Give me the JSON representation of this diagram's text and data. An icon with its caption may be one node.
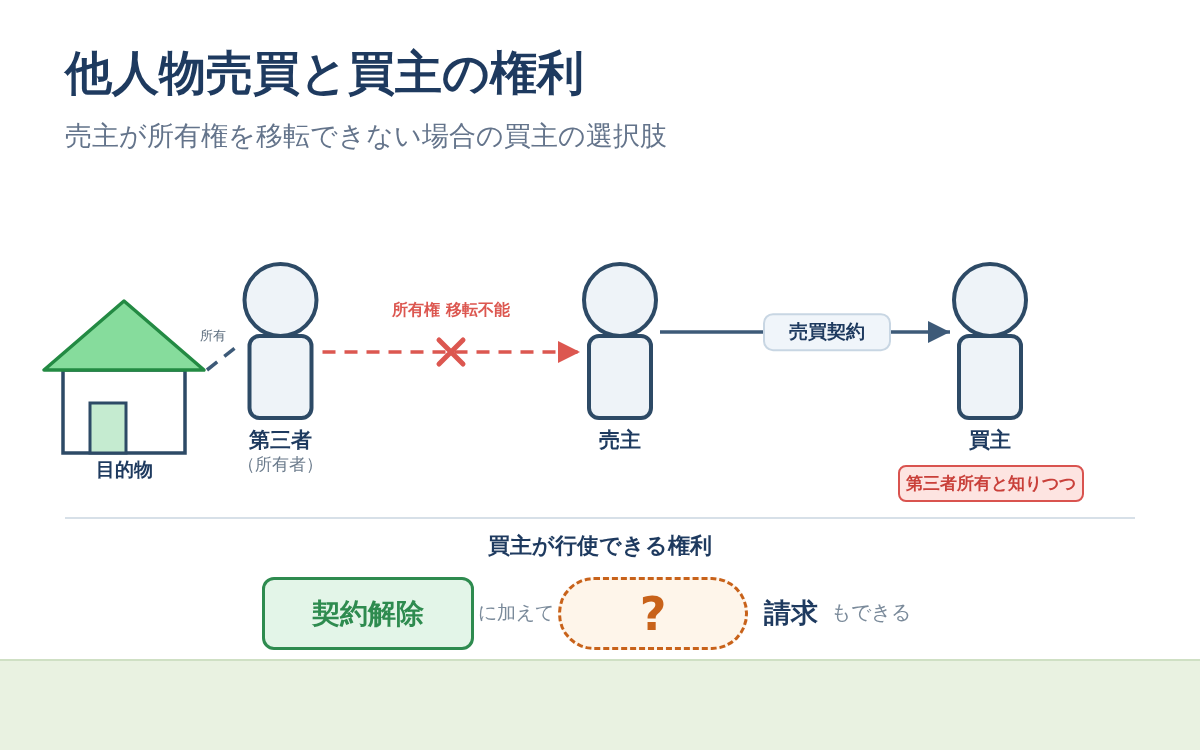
{
  "diagram": {
    "title": "他人物売買と買主の権利",
    "nodes": [
      {
        "text": [
          "目的物"
        ]
      },
      {
        "text": [
          "第三者",
          "（所有者）"
        ]
      },
      {
        "text": [
          "売主"
        ]
      },
      {
        "text": [
          "買主"
        ]
      },
      {
        "text": [
          "第三者所有と知りつつ"
        ]
      },
      {
        "text": [
          "契約解除"
        ]
      },
      {
        "text": [
          "?"
        ]
      }
    ],
    "edges": [
      {
        "from": 0,
        "to": 1,
        "arrow": "none",
        "label": "所有",
        "style": "dashed"
      },
      {
        "from": 1,
        "to": 2,
        "arrow": "to",
        "label": "所有権 移転不能",
        "style": "dashed",
        "color": "#dc5750"
      },
      {
        "from": 2,
        "to": 3,
        "arrow": "to",
        "label": "売買契約"
      }
    ],
    "labels": [
      "売主が所有権を移転できない場合の買主の選択肢",
      "買主が行使できる権利",
      "に加えて",
      "請求",
      "もできる"
    ]
  }
}
